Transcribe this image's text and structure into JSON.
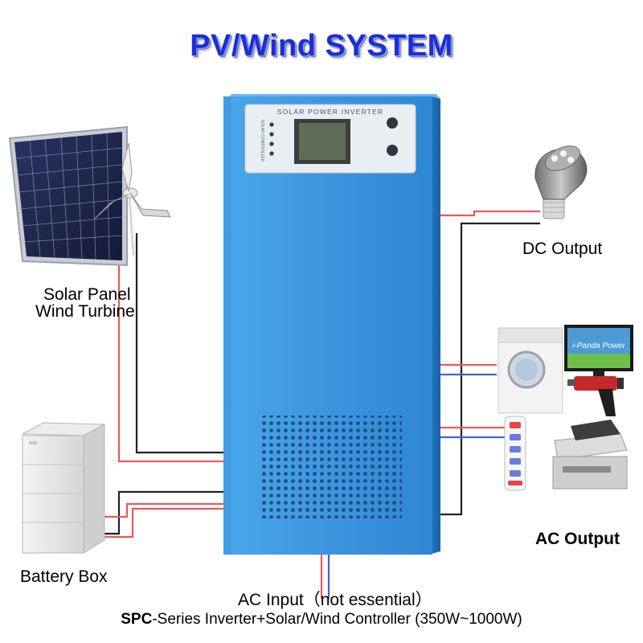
{
  "title": "PV/Wind SYSTEM",
  "inverter": {
    "panel_label": "SOLAR POWER INVERTER",
    "indicator_labels": "SOLAR CONTROLLER"
  },
  "labels": {
    "solar_panel": "Solar Panel",
    "wind_turbine": "Wind Turbine",
    "dc_output": "DC Output",
    "ac_output": "AC Output",
    "battery_box": "Battery Box",
    "ac_input": "AC Input（not essential）",
    "tv_screen": "i-Panda Power"
  },
  "footer": {
    "series": "SPC",
    "description": "-Series Inverter+Solar/Wind Controller (350W~1000W)"
  },
  "colors": {
    "title": "#1a2fd6",
    "inverter_body": "#3d97df",
    "wire_red": "#e85a5a",
    "wire_blue": "#4a5fd6",
    "wire_black": "#222222"
  }
}
